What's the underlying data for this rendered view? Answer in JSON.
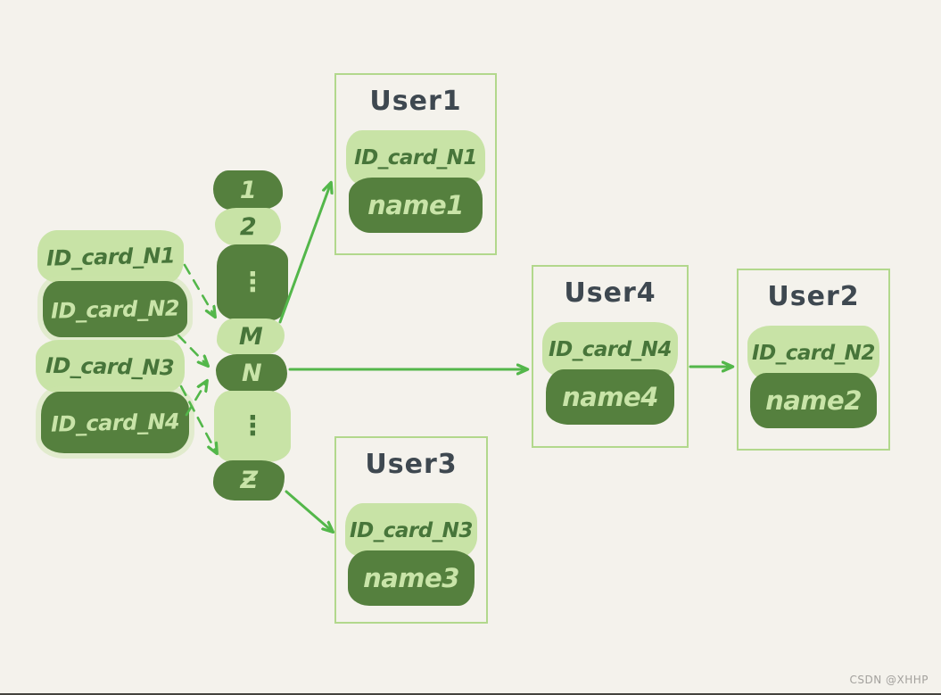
{
  "colors": {
    "background": "#f4f2ec",
    "pill_dark": "#55803e",
    "pill_light": "#c8e3a6",
    "text_on_dark": "#c9e4a8",
    "text_on_light": "#47753a",
    "box_border": "#b2d88c",
    "arrow": "#53b74a",
    "title_text": "#3e4850",
    "watermark_text": "#a3a19d",
    "bottom_edge": "#44433e"
  },
  "id_cards": [
    {
      "label": "ID_card_N1",
      "variant": "light"
    },
    {
      "label": "ID_card_N2",
      "variant": "dark"
    },
    {
      "label": "ID_card_N3",
      "variant": "light"
    },
    {
      "label": "ID_card_N4",
      "variant": "dark"
    }
  ],
  "buckets": [
    {
      "label": "1",
      "variant": "dark"
    },
    {
      "label": "2",
      "variant": "light"
    },
    {
      "label": "⋮",
      "variant": "dark"
    },
    {
      "label": "M",
      "variant": "light"
    },
    {
      "label": "N",
      "variant": "dark"
    },
    {
      "label": "⋮",
      "variant": "light"
    },
    {
      "label": "Ƶ",
      "variant": "dark"
    }
  ],
  "users": [
    {
      "title": "User1",
      "id_label": "ID_card_N1",
      "name_label": "name1"
    },
    {
      "title": "User4",
      "id_label": "ID_card_N4",
      "name_label": "name4"
    },
    {
      "title": "User2",
      "id_label": "ID_card_N2",
      "name_label": "name2"
    },
    {
      "title": "User3",
      "id_label": "ID_card_N3",
      "name_label": "name3"
    }
  ],
  "edges": [
    {
      "from": "ID_card_N1",
      "to": "bucket-M",
      "style": "dashed"
    },
    {
      "from": "ID_card_N2",
      "to": "bucket-N",
      "style": "dashed"
    },
    {
      "from": "ID_card_N3",
      "to": "bucket-Z",
      "style": "dashed"
    },
    {
      "from": "ID_card_N4",
      "to": "bucket-N",
      "style": "dashed"
    },
    {
      "from": "bucket-M",
      "to": "User1",
      "style": "solid"
    },
    {
      "from": "bucket-N",
      "to": "User4",
      "style": "solid"
    },
    {
      "from": "bucket-Z",
      "to": "User3",
      "style": "solid"
    },
    {
      "from": "User4",
      "to": "User2",
      "style": "solid"
    }
  ],
  "watermark": "CSDN @XHHP"
}
